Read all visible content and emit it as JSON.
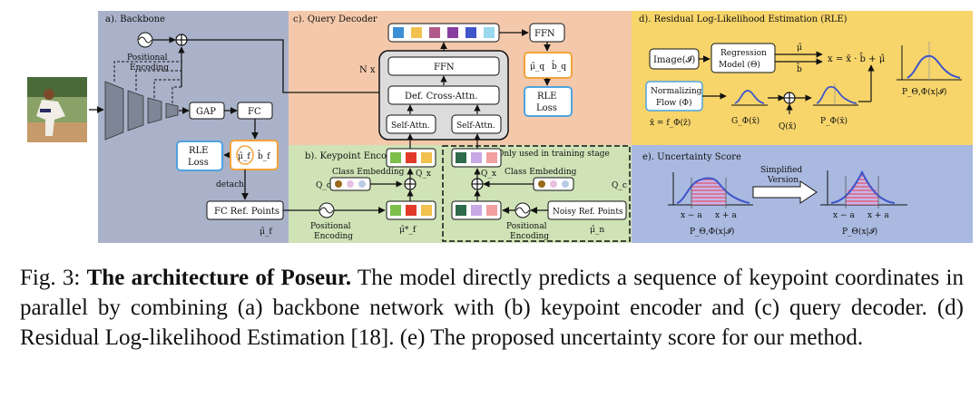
{
  "panels": {
    "backbone": "a). Backbone",
    "query_decoder": "c). Query Decoder",
    "keypoint_encoder": "b). Keypoint Encoder",
    "rle": "d). Residual Log-Likelihood Estimation (RLE)",
    "uncertainty": "e). Uncertainty Score"
  },
  "backbone": {
    "pos_enc_line1": "Positional",
    "pos_enc_line2": "Encoding",
    "gap": "GAP",
    "fc": "FC",
    "rle_loss_line1": "RLE",
    "rle_loss_line2": "Loss",
    "mu_f_hat": "μ̂_f",
    "b_f_hat": "b̂_f",
    "detach": "detach",
    "fc_ref_points": "FC Ref. Points",
    "mu_f": "μ̂_f"
  },
  "decoder": {
    "nx": "N x",
    "ffn": "FFN",
    "cross_attn": "Def. Cross-Attn.",
    "self_attn_1": "Self-Attn.",
    "self_attn_2": "Self-Attn.",
    "ffn_out": "FFN",
    "mu_q": "μ̂_q",
    "b_q": "b̂_q",
    "rle_loss_line1": "RLE",
    "rle_loss_line2": "Loss",
    "query_colors": [
      "#3a8fd6",
      "#f2c14e",
      "#b05a8a",
      "#8a3fa0",
      "#3f55c9",
      "#9ad8f0"
    ]
  },
  "encoder": {
    "training_note": "Only used in training stage",
    "class_embedding_1": "Class Embedding",
    "class_embedding_2": "Class Embedding",
    "q_c": "Q_c",
    "q_x": "Q_x",
    "pos_enc_line1": "Positional",
    "pos_enc_line2": "Encoding",
    "mu_f_star": "μ̂*_f",
    "noisy_ref_points": "Noisy Ref. Points",
    "mu_n": "μ̂_n",
    "left_colors": [
      "#7cbf4a",
      "#e23a2a",
      "#f2c14e"
    ],
    "right_colors": [
      "#2f6b4a",
      "#c9a8e6",
      "#f2a0a0"
    ]
  },
  "rle": {
    "image": "Image(𝓘)",
    "regression_line1": "Regression",
    "regression_line2": "Model (Θ)",
    "mu_hat": "μ̂",
    "b_hat": "b̂",
    "formula": "x = x̄ · b̂ + μ̂",
    "flow_line1": "Normalizing",
    "flow_line2": "Flow (Φ)",
    "xbar_formula": "x̄ = f_Φ(z̄)",
    "g_phi": "G_Φ(x̄)",
    "q_xbar": "Q(x̄)",
    "p_phi": "P_Φ(x̄)",
    "p_theta_phi": "P_Θ,Φ(x|𝓘)"
  },
  "uncertainty": {
    "simplified_line1": "Simplified",
    "simplified_line2": "Version",
    "left_range_1": "x − a",
    "left_range_2": "x + a",
    "right_range_1": "x − a",
    "right_range_2": "x + a",
    "left_label": "P_Θ,Φ(x|𝓘)",
    "right_label": "P_Θ(x|𝓘)"
  },
  "caption": {
    "prefix": "Fig. 3: ",
    "title": "The architecture of Poseur.",
    "body": " The model directly predicts a sequence of keypoint coordinates in parallel by combining (a) backbone network with (b) keypoint encoder and (c) query decoder. (d) Residual Log-likelihood Estimation [18]. (e) The proposed uncertainty score for our method."
  },
  "colors": {
    "backbone_bg": "#a9b2c9",
    "decoder_bg": "#f4c9ab",
    "encoder_bg": "#cfe3b6",
    "rle_bg": "#f7d56b",
    "uncert_bg": "#a9b9e0",
    "box_blue": "#4fa3e0",
    "box_orange": "#f2a23a"
  }
}
